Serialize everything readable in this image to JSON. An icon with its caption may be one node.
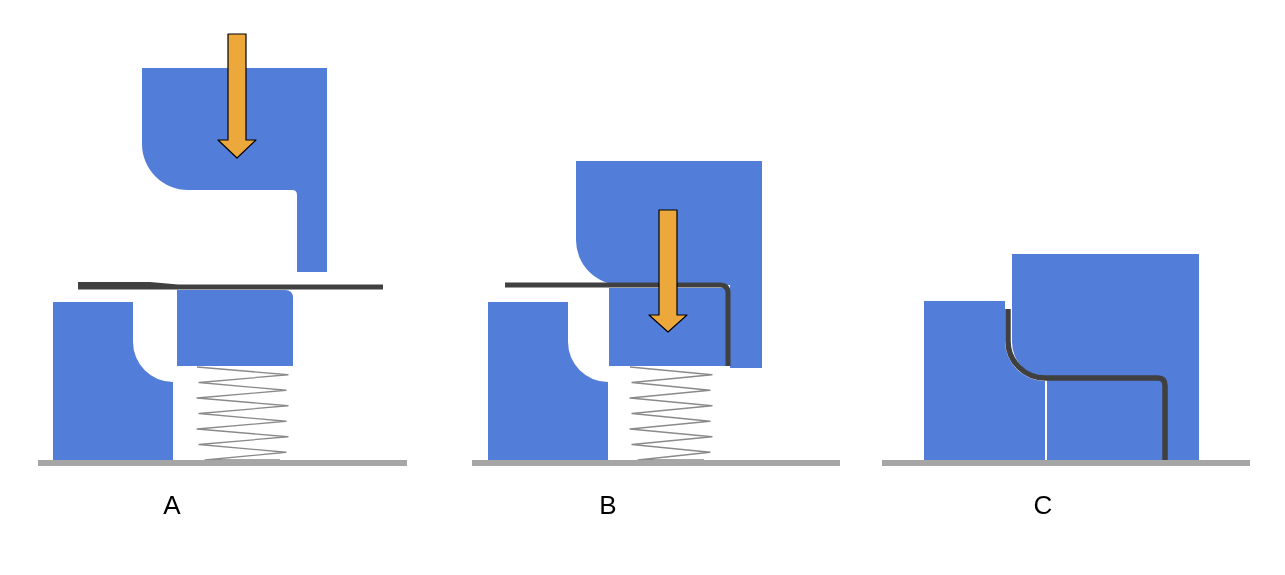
{
  "diagram": {
    "labels": [
      "A",
      "B",
      "C"
    ]
  }
}
